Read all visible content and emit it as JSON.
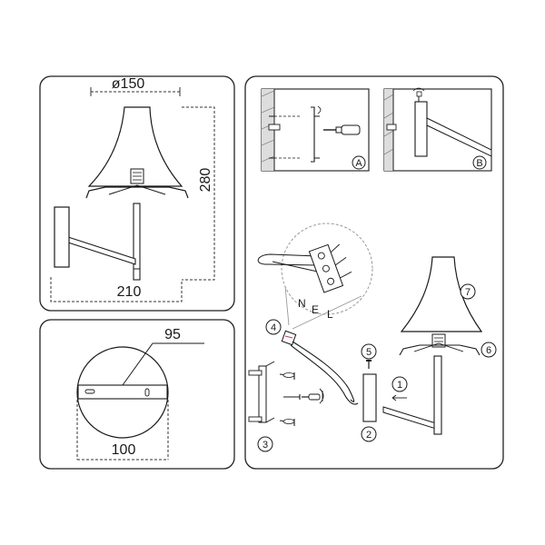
{
  "dimensions": {
    "shade_diameter": "ø150",
    "height": "280",
    "depth": "210",
    "mounting_holes": "95",
    "base_diameter": "100"
  },
  "steps": {
    "detail_a": "A",
    "detail_b": "B",
    "step_1": "1",
    "step_2": "2",
    "step_3": "3",
    "step_4": "4",
    "step_5": "5",
    "step_6": "6",
    "step_7": "7"
  },
  "wiring": {
    "neutral": "N",
    "earth": "E",
    "live": "L"
  },
  "colors": {
    "line": "#1a1a1a",
    "dashed": "#333333",
    "zoom_circle": "#999999",
    "wire_accent": "#c0397a",
    "panel_border": "#222222"
  }
}
